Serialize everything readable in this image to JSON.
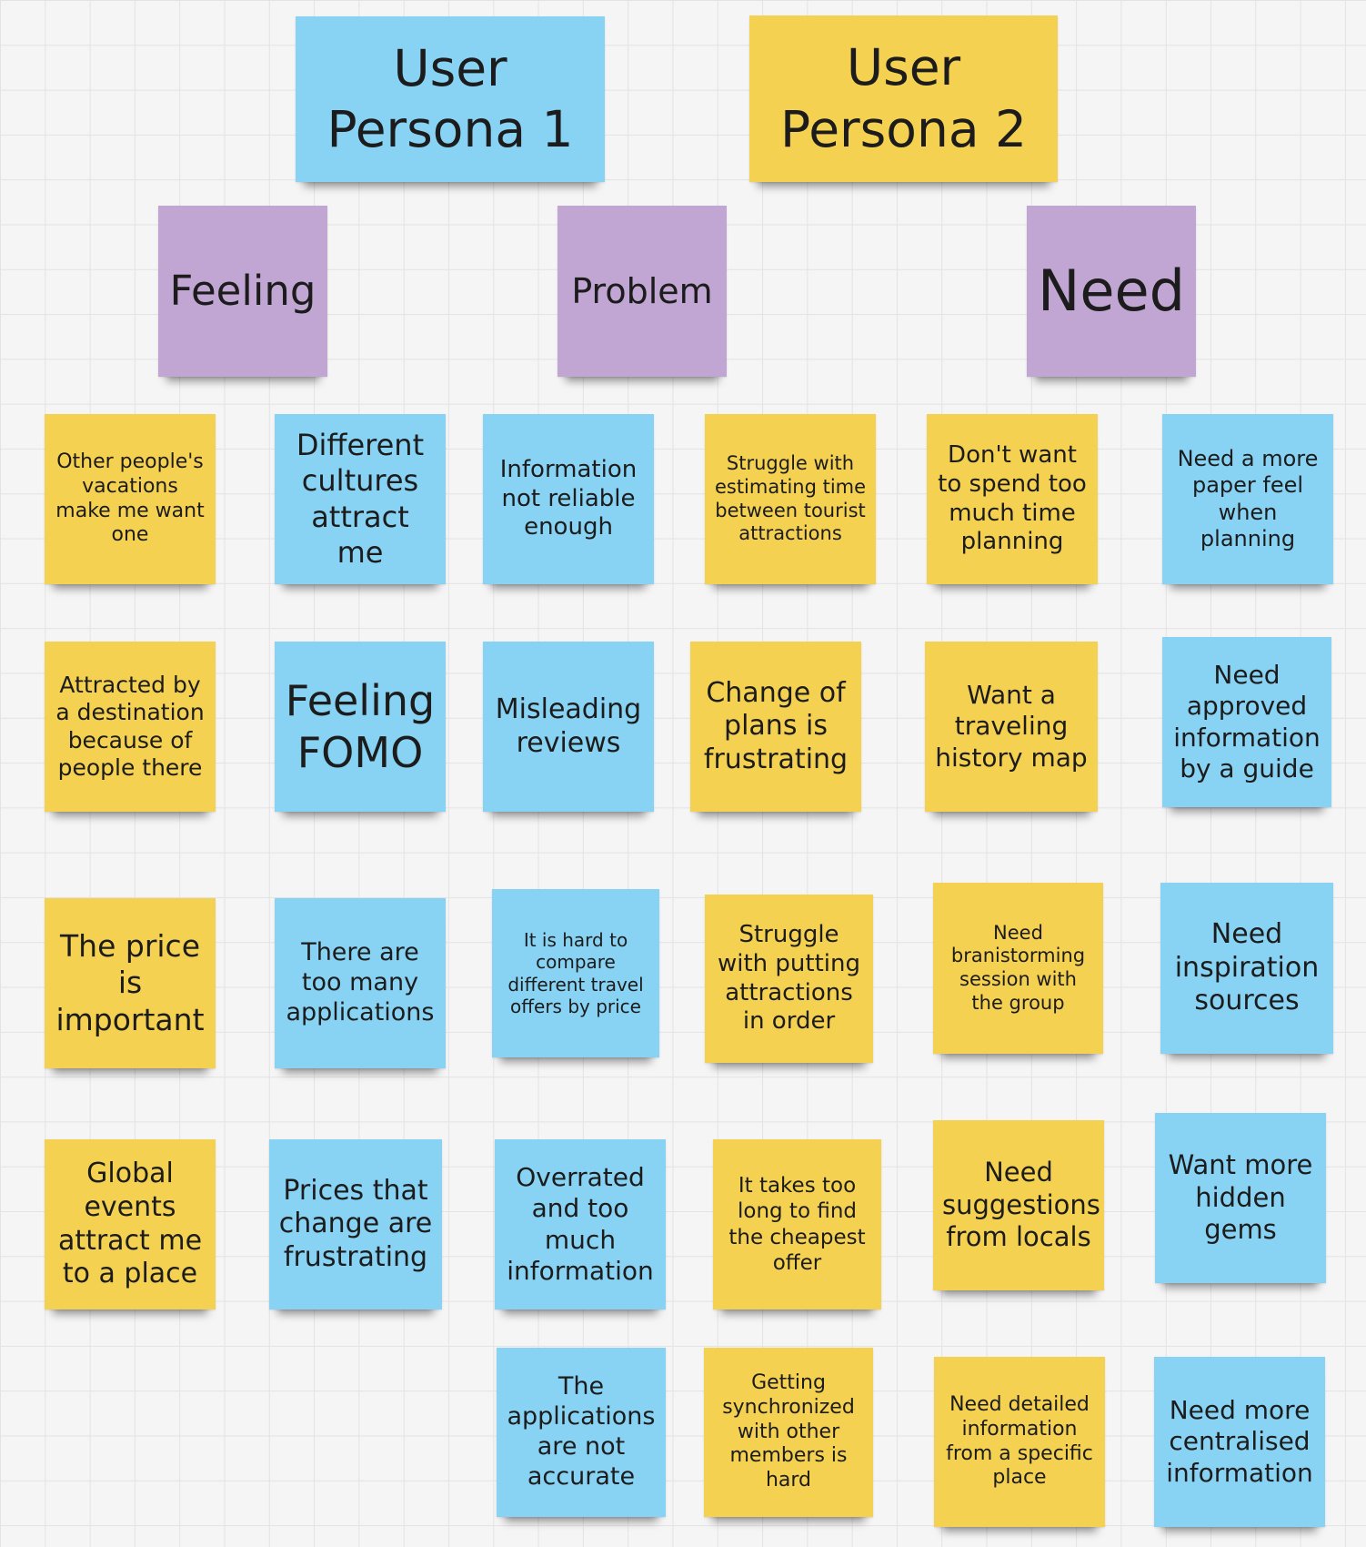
{
  "colors": {
    "yellow": "#f5d152",
    "blue": "#88d3f4",
    "purple": "#c1a6d4",
    "background": "#f5f5f5"
  },
  "personas": [
    {
      "label": "User\nPersona 1",
      "color": "blue"
    },
    {
      "label": "User\nPersona 2",
      "color": "yellow"
    }
  ],
  "categories": [
    {
      "label": "Feeling"
    },
    {
      "label": "Problem"
    },
    {
      "label": "Need"
    }
  ],
  "notes": {
    "feeling": [
      "Other people's vacations make me want one",
      "Different cultures attract me",
      "Attracted by a destination because of people there",
      "Feeling FOMO",
      "The price is important",
      "There are too many applications",
      "Global events attract me to a place",
      "Prices that change are frustrating"
    ],
    "problem": [
      "Information not reliable enough",
      "Struggle with estimating time between tourist attractions",
      "Misleading reviews",
      "Change of plans is frustrating",
      "It is hard to compare different travel offers by price",
      "Struggle with putting attractions in order",
      "Overrated and too much information",
      "It takes too long to find the cheapest offer",
      "The applications are not accurate",
      "Getting synchronized with other members is hard"
    ],
    "need": [
      "Don't want to spend too much time planning",
      "Need a more paper feel when planning",
      "Want a traveling history map",
      "Need approved information by a guide",
      "Need branistorming session with the group",
      "Need inspiration sources",
      "Need suggestions from locals",
      "Want more hidden gems",
      "Need detailed information from a specific place",
      "Need more centralised information"
    ]
  }
}
